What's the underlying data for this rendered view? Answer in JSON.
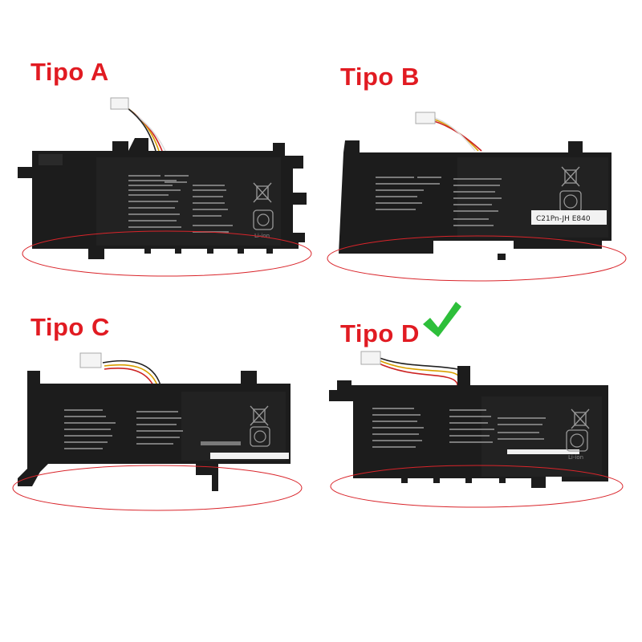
{
  "panels": [
    {
      "label": "Tipo A",
      "model_text": "",
      "selected": false
    },
    {
      "label": "Tipo B",
      "model_text": "C21Pn-JH  E840",
      "selected": false
    },
    {
      "label": "Tipo C",
      "model_text": "",
      "selected": false
    },
    {
      "label": "Tipo D",
      "model_text": "",
      "selected": true
    }
  ],
  "colors": {
    "label_red": "#e11b22",
    "ellipse_red": "#d9242a",
    "check_green": "#2dbf3a",
    "battery_body": "#1c1c1c"
  },
  "icons": [
    "checkmark-icon",
    "recycle-icon",
    "li-ion-icon",
    "crossed-bin-icon"
  ],
  "marks": {
    "li_ion": "Li-ion"
  }
}
